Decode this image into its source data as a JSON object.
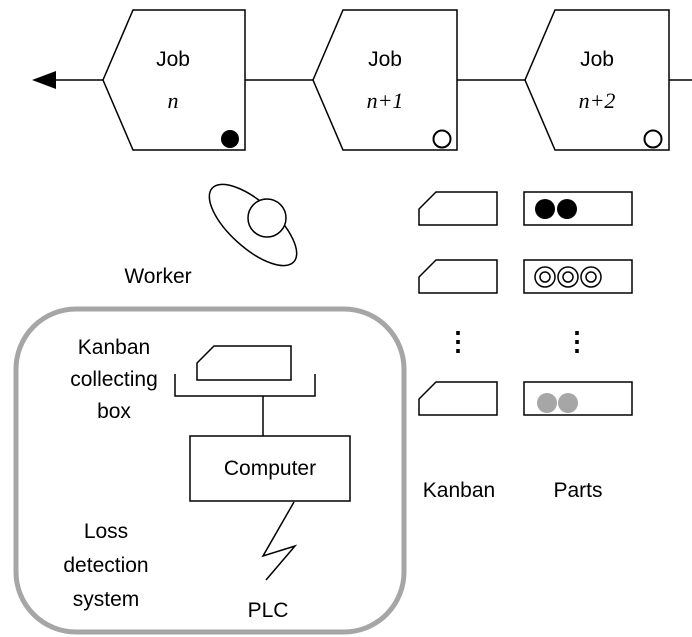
{
  "jobs": [
    {
      "label": "Job",
      "index": "n",
      "status": "filled"
    },
    {
      "label": "Job",
      "index": "n+1",
      "status": "empty"
    },
    {
      "label": "Job",
      "index": "n+2",
      "status": "empty"
    }
  ],
  "worker_label": "Worker",
  "kanban_label": "Kanban",
  "parts_label": "Parts",
  "ellipsis": "⋮",
  "loss_system": {
    "box_label_lines": [
      "Kanban",
      "collecting",
      "box"
    ],
    "computer_label": "Computer",
    "system_label_lines": [
      "Loss",
      "detection",
      "system"
    ],
    "plc_label": "PLC"
  },
  "part_rows": [
    {
      "count": 2,
      "style": "filled-black"
    },
    {
      "count": 3,
      "style": "ringed"
    },
    {
      "count": 2,
      "style": "filled-gray"
    }
  ],
  "colors": {
    "line": "#000000",
    "system_border": "#a6a6a6",
    "gray_part": "#a6a6a6"
  }
}
